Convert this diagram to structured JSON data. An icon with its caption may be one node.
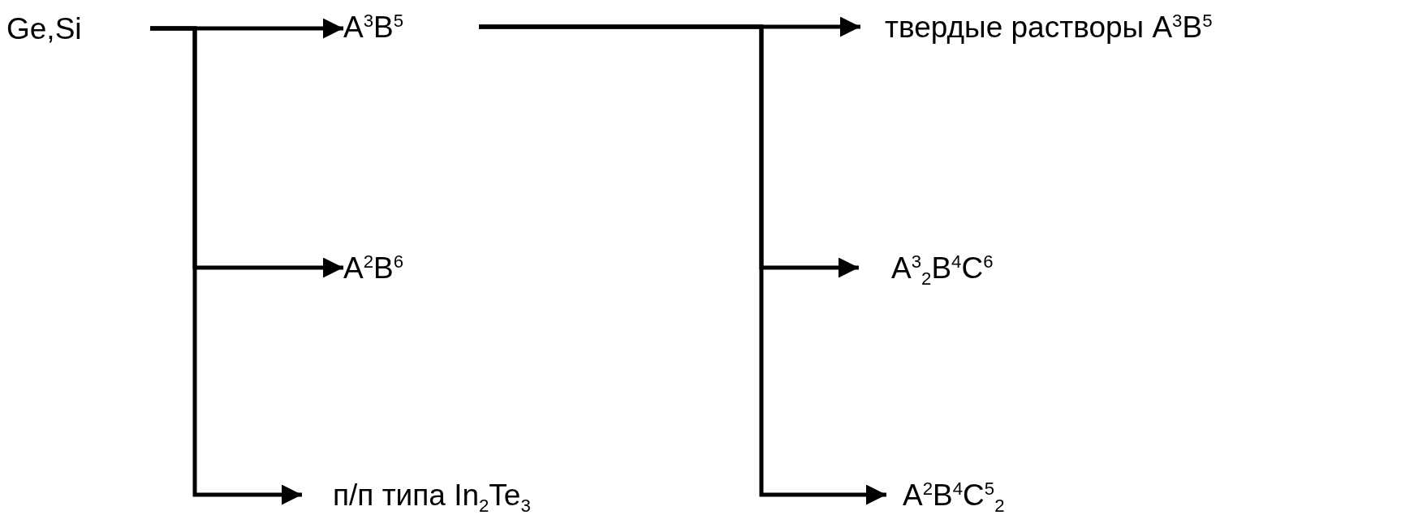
{
  "diagram": {
    "nodes": [
      {
        "text": [
          "Ge,Si"
        ]
      },
      {
        "text": [
          "A$^{3}$B$^{5}$"
        ]
      },
      {
        "text": [
          "A$^{2}$B$^{6}$"
        ]
      },
      {
        "text": [
          "п/п типа In$_{2}$Te$_{3}$"
        ]
      },
      {
        "text": [
          "твердые растворы A$^{3}$B$^{5}$"
        ]
      },
      {
        "text": [
          "A$^{3}$$_{2}$B$^{4}$C$^{6}$"
        ]
      },
      {
        "text": [
          "A$^{2}$B$^{4}$C$^{5}$$_{2}$"
        ]
      }
    ],
    "edges": [
      {
        "from": 0,
        "to": 1,
        "arrow": "to"
      },
      {
        "from": 0,
        "to": 2,
        "arrow": "to"
      },
      {
        "from": 0,
        "to": 3,
        "arrow": "to"
      },
      {
        "from": 1,
        "to": 4,
        "arrow": "to"
      },
      {
        "from": 1,
        "to": 5,
        "arrow": "to"
      },
      {
        "from": 1,
        "to": 6,
        "arrow": "to"
      }
    ]
  }
}
